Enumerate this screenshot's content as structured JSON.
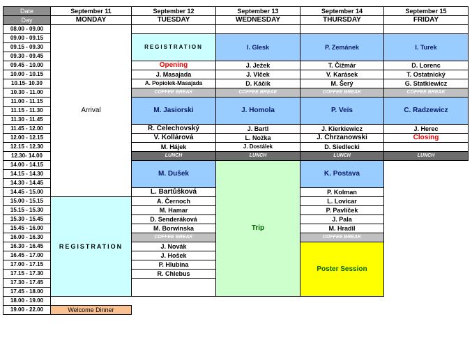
{
  "header": {
    "date_label": "Date",
    "day_label": "Day",
    "dates": [
      "September 11",
      "September 12",
      "September 13",
      "September 14",
      "September 15"
    ],
    "days": [
      "MONDAY",
      "TUESDAY",
      "WEDNESDAY",
      "THURSDAY",
      "FRIDAY"
    ]
  },
  "times": [
    "08.00 - 09.00",
    "09.00 - 09.15",
    "09.15 - 09.30",
    "09.30 - 09.45",
    "09.45 - 10.00",
    "10.00 - 10.15",
    "10.15- 10.30",
    "10.30 - 11.00",
    "11.00 - 11.15",
    "11.15 - 11.30",
    "11.30 - 11.45",
    "11.45 - 12.00",
    "12.00 - 12.15",
    "12.15 - 12.30",
    "12.30- 14.00",
    "14.00 - 14.15",
    "14.15 - 14.30",
    "14.30 - 14.45",
    "14.45 - 15.00",
    "15.00 - 15.15",
    "15.15 - 15.30",
    "15.30 - 15.45",
    "15.45 - 16.00",
    "16.00 - 16.30",
    "16.30 - 16.45",
    "16.45 - 17.00",
    "17.00 - 17.15",
    "17.15 - 17.30",
    "17.30 - 17.45",
    "17.45 - 18.00",
    "18.00 - 19.00",
    "19.00 - 22.00"
  ],
  "monday": {
    "arrival": "Arrival",
    "registration": "REGISTRATION",
    "welcome_dinner": "Welcome Dinner"
  },
  "tuesday": {
    "registration": "REGISTRATION",
    "opening": "Opening",
    "t1": "J. Masajada",
    "t2": "A. Popiolek-Masajada",
    "coffee1": "COFFEE BREAK",
    "keynote1": "M. Jasiorski",
    "t3": "R. Celechovský",
    "t4": "V. Kollárová",
    "t5": "M. Hájek",
    "lunch": "LUNCH",
    "keynote2": "M. Dušek",
    "t6": "L. Bartůšková",
    "t7": "A. Černoch",
    "t8": "M. Hamar",
    "t9": "D. Senderáková",
    "t10": "M. Borwinska",
    "coffee2": "COFFEE BREAK",
    "t11": "J. Novák",
    "t12": "J. Hošek",
    "t13": "P. Hlubina",
    "t14": "R. Chlebus"
  },
  "wednesday": {
    "keynote1": "I. Glesk",
    "t1": "J. Ježek",
    "t2": "J. Vlček",
    "t3": "D. Káčik",
    "coffee": "COFFEE BREAK",
    "keynote2": "J. Homola",
    "t4": "J. Bartl",
    "t5": "L. Nožka",
    "t6": "J. Dostálek",
    "lunch": "LUNCH",
    "trip": "Trip"
  },
  "thursday": {
    "keynote1": "P. Zemánek",
    "t1": "T. Čižmár",
    "t2": "V. Karásek",
    "t3": "M. Šerý",
    "coffee1": "COFFEE BREAK",
    "keynote2": "P. Veis",
    "t4": "J. Kierkiewicz",
    "t5": "J. Chrzanowski",
    "t6": "D. Siedlecki",
    "lunch": "LUNCH",
    "keynote3": "K. Postava",
    "t7": "P. Kolman",
    "t8": "L. Lovicar",
    "t9": "P. Pavlíček",
    "t10": "J. Pala",
    "t11": "M. Hradil",
    "coffee2": "COFFEE BREAK",
    "poster": "Poster Session"
  },
  "friday": {
    "keynote1": "I. Turek",
    "t1": "D. Lorenc",
    "t2": "T. Ostatnický",
    "t3": "G. Statkiewicz",
    "coffee": "COFFEE BREAK",
    "keynote2": "C. Radzewicz",
    "t4": "J. Herec",
    "closing": "Closing",
    "lunch": "LUNCH"
  }
}
